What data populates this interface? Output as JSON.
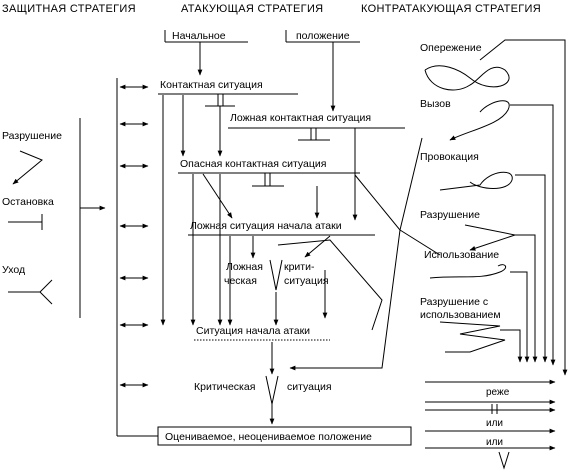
{
  "headers": {
    "defensive": "ЗАЩИТНАЯ СТРАТЕГИЯ",
    "attacking": "АТАКУЮЩАЯ СТРАТЕГИЯ",
    "counter": "КОНТРАТАКУЮЩАЯ СТРАТЕГИЯ"
  },
  "defensive": {
    "destruction": "Разрушение",
    "stop": "Остановка",
    "withdraw": "Уход"
  },
  "attacking": {
    "initial": "Начальное",
    "position": "положение",
    "contact": "Контактная ситуация",
    "false_contact": "Ложная контактная ситуация",
    "dangerous_contact": "Опасная контактная ситуация",
    "false_attack_start": "Ложная ситуация начала атаки",
    "false_critical_1": "Ложная",
    "false_critical_2": "ческая",
    "critical_1": "крити-",
    "critical_2": "ситуация",
    "attack_start": "Ситуация начала атаки",
    "critical_a": "Критическая",
    "critical_b": "ситуация",
    "final": "Оцениваемое, неоцениваемое положение"
  },
  "counter": {
    "anticipation": "Опережение",
    "challenge": "Вызов",
    "provocation": "Провокация",
    "destruction": "Разрушение",
    "usage": "Использование",
    "destruction_usage_1": "Разрушение с",
    "destruction_usage_2": "использованием",
    "less_often": "реже",
    "or_1": "или",
    "or_2": "или"
  }
}
